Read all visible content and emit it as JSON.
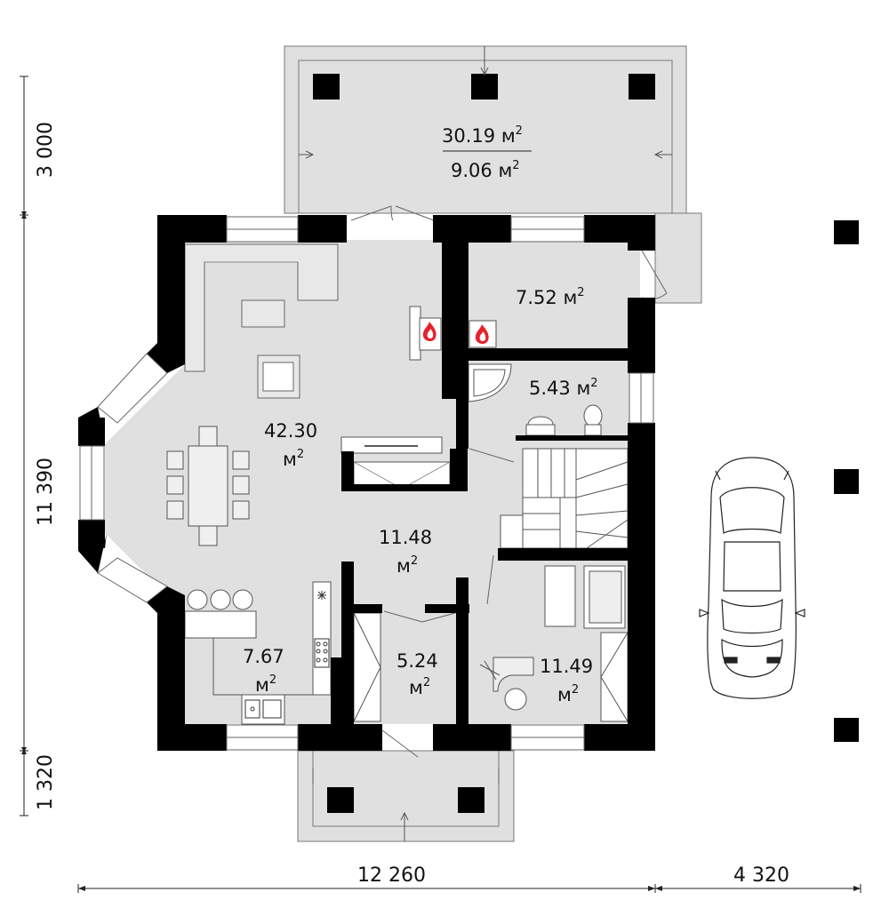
{
  "colors": {
    "wall": "#000000",
    "floor": "#e0e0e0",
    "outline": "#777777",
    "furniture_fill": "#e8e8e8",
    "fire": "#e8202a"
  },
  "rooms": {
    "terrace": {
      "area": "30.19",
      "sub_area": "9.06",
      "unit": "м",
      "power": "2"
    },
    "storage": {
      "area": "7.52",
      "unit": "м",
      "power": "2"
    },
    "bathroom": {
      "area": "5.43",
      "unit": "м",
      "power": "2"
    },
    "living": {
      "area": "42.30",
      "unit": "м",
      "power": "2"
    },
    "hall": {
      "area": "11.48",
      "unit": "м",
      "power": "2"
    },
    "kitchen": {
      "area": "7.67",
      "unit": "м",
      "power": "2"
    },
    "vestibule": {
      "area": "5.24",
      "unit": "м",
      "power": "2"
    },
    "office": {
      "area": "11.49",
      "unit": "м",
      "power": "2"
    }
  },
  "dimensions": {
    "vertical_top": "3 000",
    "vertical_middle": "11 390",
    "vertical_bottom": "1 320",
    "horizontal_main": "12 260",
    "horizontal_garage": "4 320"
  },
  "icons": [
    "fireplace-icon",
    "car-icon",
    "shower-icon",
    "toilet-icon",
    "stove-icon",
    "sink-icon"
  ]
}
